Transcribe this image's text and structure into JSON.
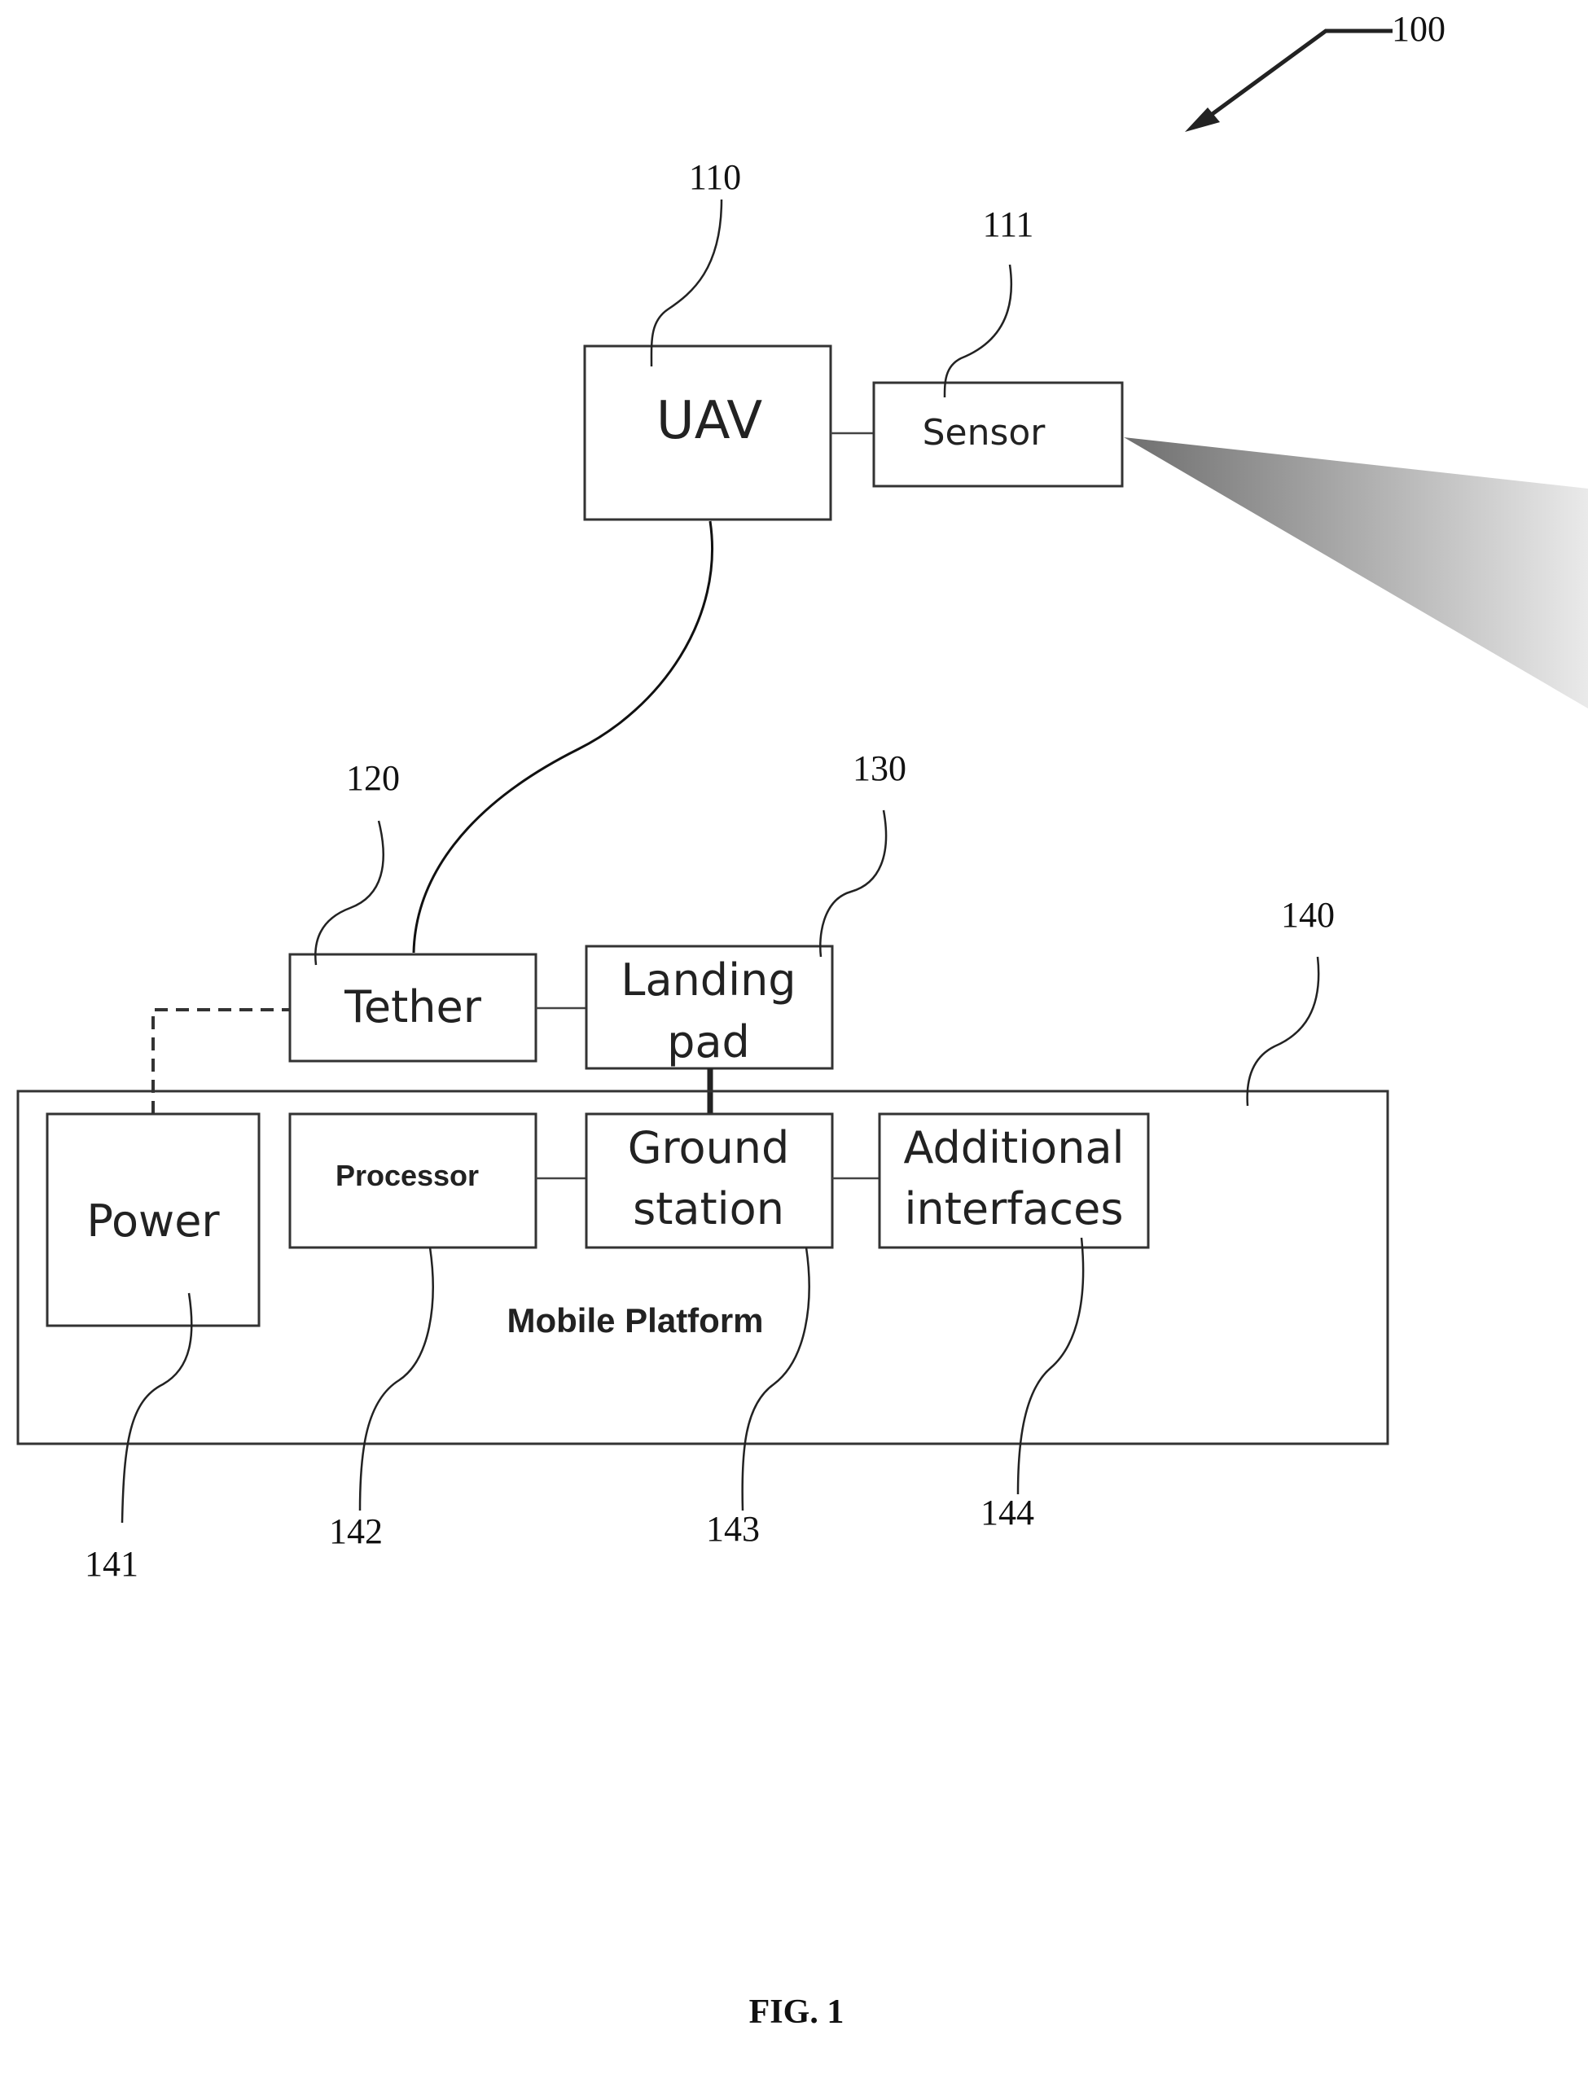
{
  "figure": {
    "caption": "FIG. 1",
    "system_ref": "100"
  },
  "uav": {
    "label": "UAV",
    "ref": "110"
  },
  "sensor": {
    "label": "Sensor",
    "ref": "111"
  },
  "tether": {
    "label": "Tether",
    "ref": "120"
  },
  "landing_pad": {
    "label_line1": "Landing",
    "label_line2": "pad",
    "ref": "130"
  },
  "mobile_platform": {
    "label": "Mobile Platform",
    "ref": "140",
    "power": {
      "label": "Power",
      "ref": "141"
    },
    "processor": {
      "label": "Processor",
      "ref": "142"
    },
    "ground_station": {
      "label_line1": "Ground",
      "label_line2": "station",
      "ref": "143"
    },
    "additional_interfaces": {
      "label_line1": "Additional",
      "label_line2": "interfaces",
      "ref": "144"
    }
  },
  "colors": {
    "line": "#333333",
    "sensor_beam": "#888888",
    "background": "#ffffff"
  }
}
